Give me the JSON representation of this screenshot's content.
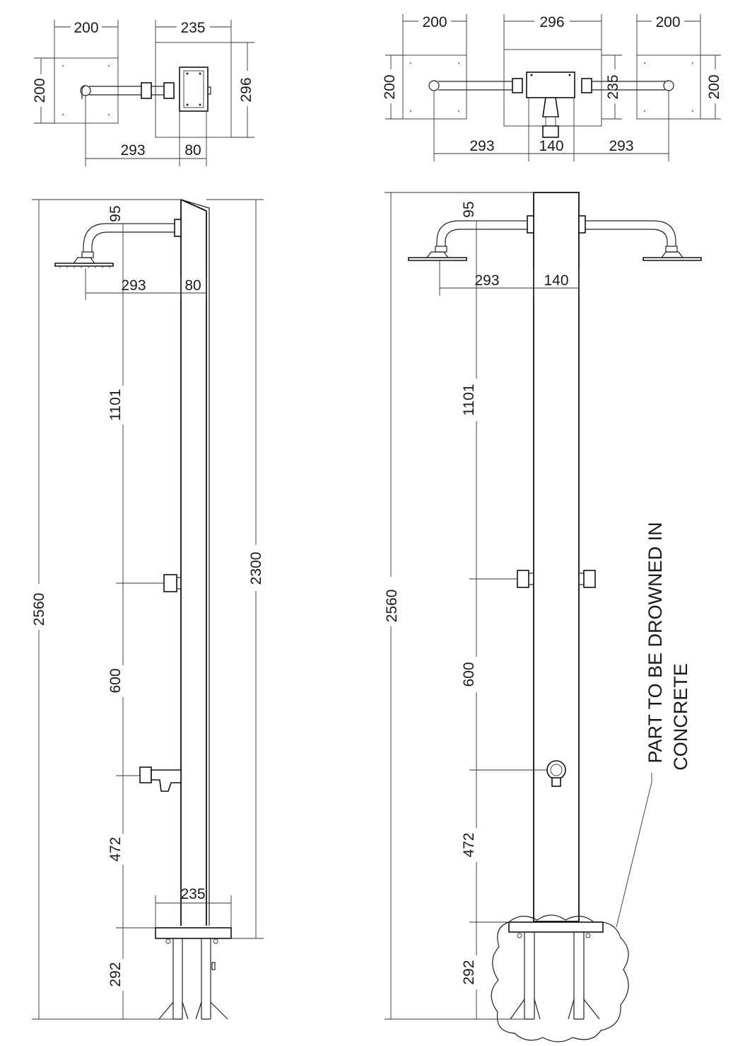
{
  "top_left_plan": {
    "dim_plate_width": "200",
    "dim_plate_height": "200",
    "dim_base_width": "235",
    "dim_base_height": "296",
    "dim_arm": "293",
    "dim_column": "80"
  },
  "top_right_plan": {
    "dim_left_plate": "200",
    "dim_left_plate_height": "200",
    "dim_center": "296",
    "dim_center_height": "235",
    "dim_right_plate": "200",
    "dim_right_plate_height": "200",
    "dim_arm_left": "293",
    "dim_column": "140",
    "dim_arm_right": "293"
  },
  "left_elevation": {
    "dim_total": "2560",
    "dim_above_ground": "2300",
    "dim_top": "95",
    "dim_arm": "293",
    "dim_column": "80",
    "dim_head_to_valve": "1101",
    "dim_valve_to_tap": "600",
    "dim_tap_to_base": "472",
    "dim_base": "235",
    "dim_foundation": "292"
  },
  "right_elevation": {
    "dim_total": "2560",
    "dim_top": "95",
    "dim_arm": "293",
    "dim_column": "140",
    "dim_head_to_valve": "1101",
    "dim_valve_to_tap": "600",
    "dim_tap_to_base": "472",
    "dim_foundation": "292",
    "note_line1": "PART TO BE DROWNED IN",
    "note_line2": "CONCRETE"
  }
}
